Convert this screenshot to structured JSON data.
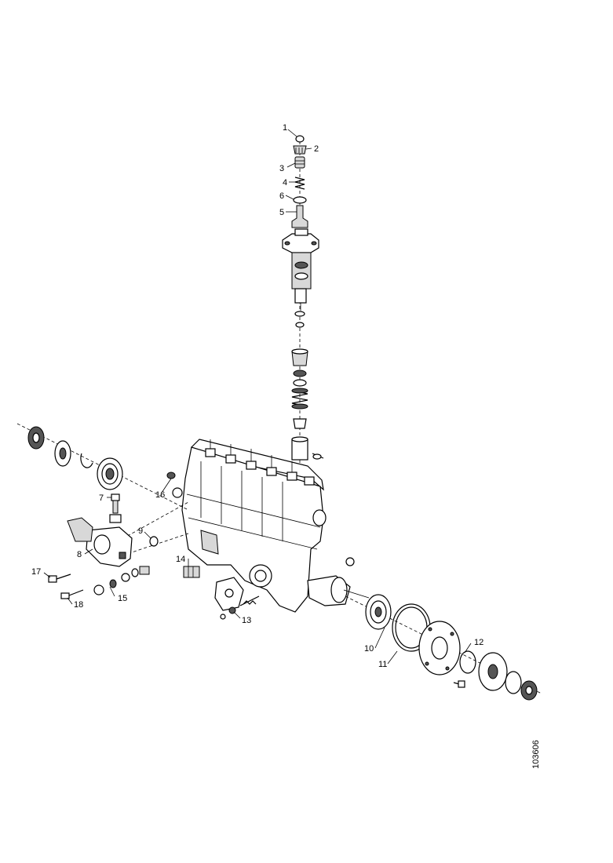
{
  "figure": {
    "reference_number": "103606",
    "callouts": {
      "c1": "1",
      "c2": "2",
      "c3": "3",
      "c4": "4",
      "c5": "5",
      "c6": "6",
      "c7": "7",
      "c8": "8",
      "c9": "9",
      "c10": "10",
      "c11": "11",
      "c12": "12",
      "c13": "13",
      "c14": "14",
      "c15": "15",
      "c16": "16",
      "c17": "17",
      "c18": "18"
    }
  }
}
